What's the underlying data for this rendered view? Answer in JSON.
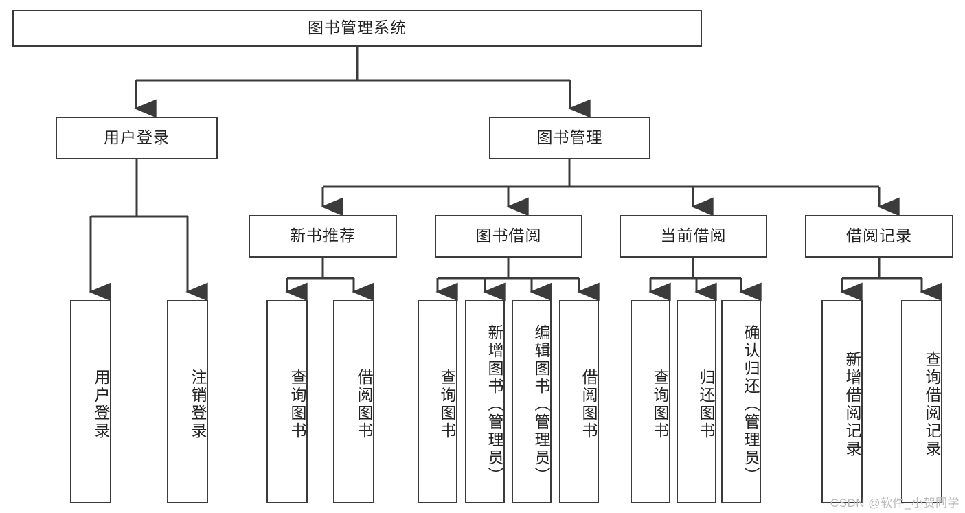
{
  "diagram": {
    "title": "图书管理系统",
    "type": "tree-hierarchy",
    "stroke_color": "#3b3b3b",
    "background_color": "#ffffff",
    "root": {
      "label": "图书管理系统"
    },
    "level2": [
      {
        "label": "用户登录"
      },
      {
        "label": "图书管理"
      }
    ],
    "level3": [
      {
        "label": "新书推荐"
      },
      {
        "label": "图书借阅"
      },
      {
        "label": "当前借阅"
      },
      {
        "label": "借阅记录"
      }
    ],
    "leaves": {
      "user_login": [
        {
          "label": "用户登录"
        },
        {
          "label": "注销登录"
        }
      ],
      "new_book_recommend": [
        {
          "label": "查询图书"
        },
        {
          "label": "借阅图书"
        }
      ],
      "book_borrow": [
        {
          "label": "查询图书"
        },
        {
          "label": "新增图书（管理员）"
        },
        {
          "label": "编辑图书（管理员）"
        },
        {
          "label": "借阅图书"
        }
      ],
      "current_borrow": [
        {
          "label": "查询图书"
        },
        {
          "label": "归还图书"
        },
        {
          "label": "确认归还（管理员）"
        }
      ],
      "borrow_record": [
        {
          "label": "新增借阅记录"
        },
        {
          "label": "查询借阅记录"
        }
      ]
    }
  },
  "watermark": {
    "text": "CSDN @软件_小贺同学"
  }
}
